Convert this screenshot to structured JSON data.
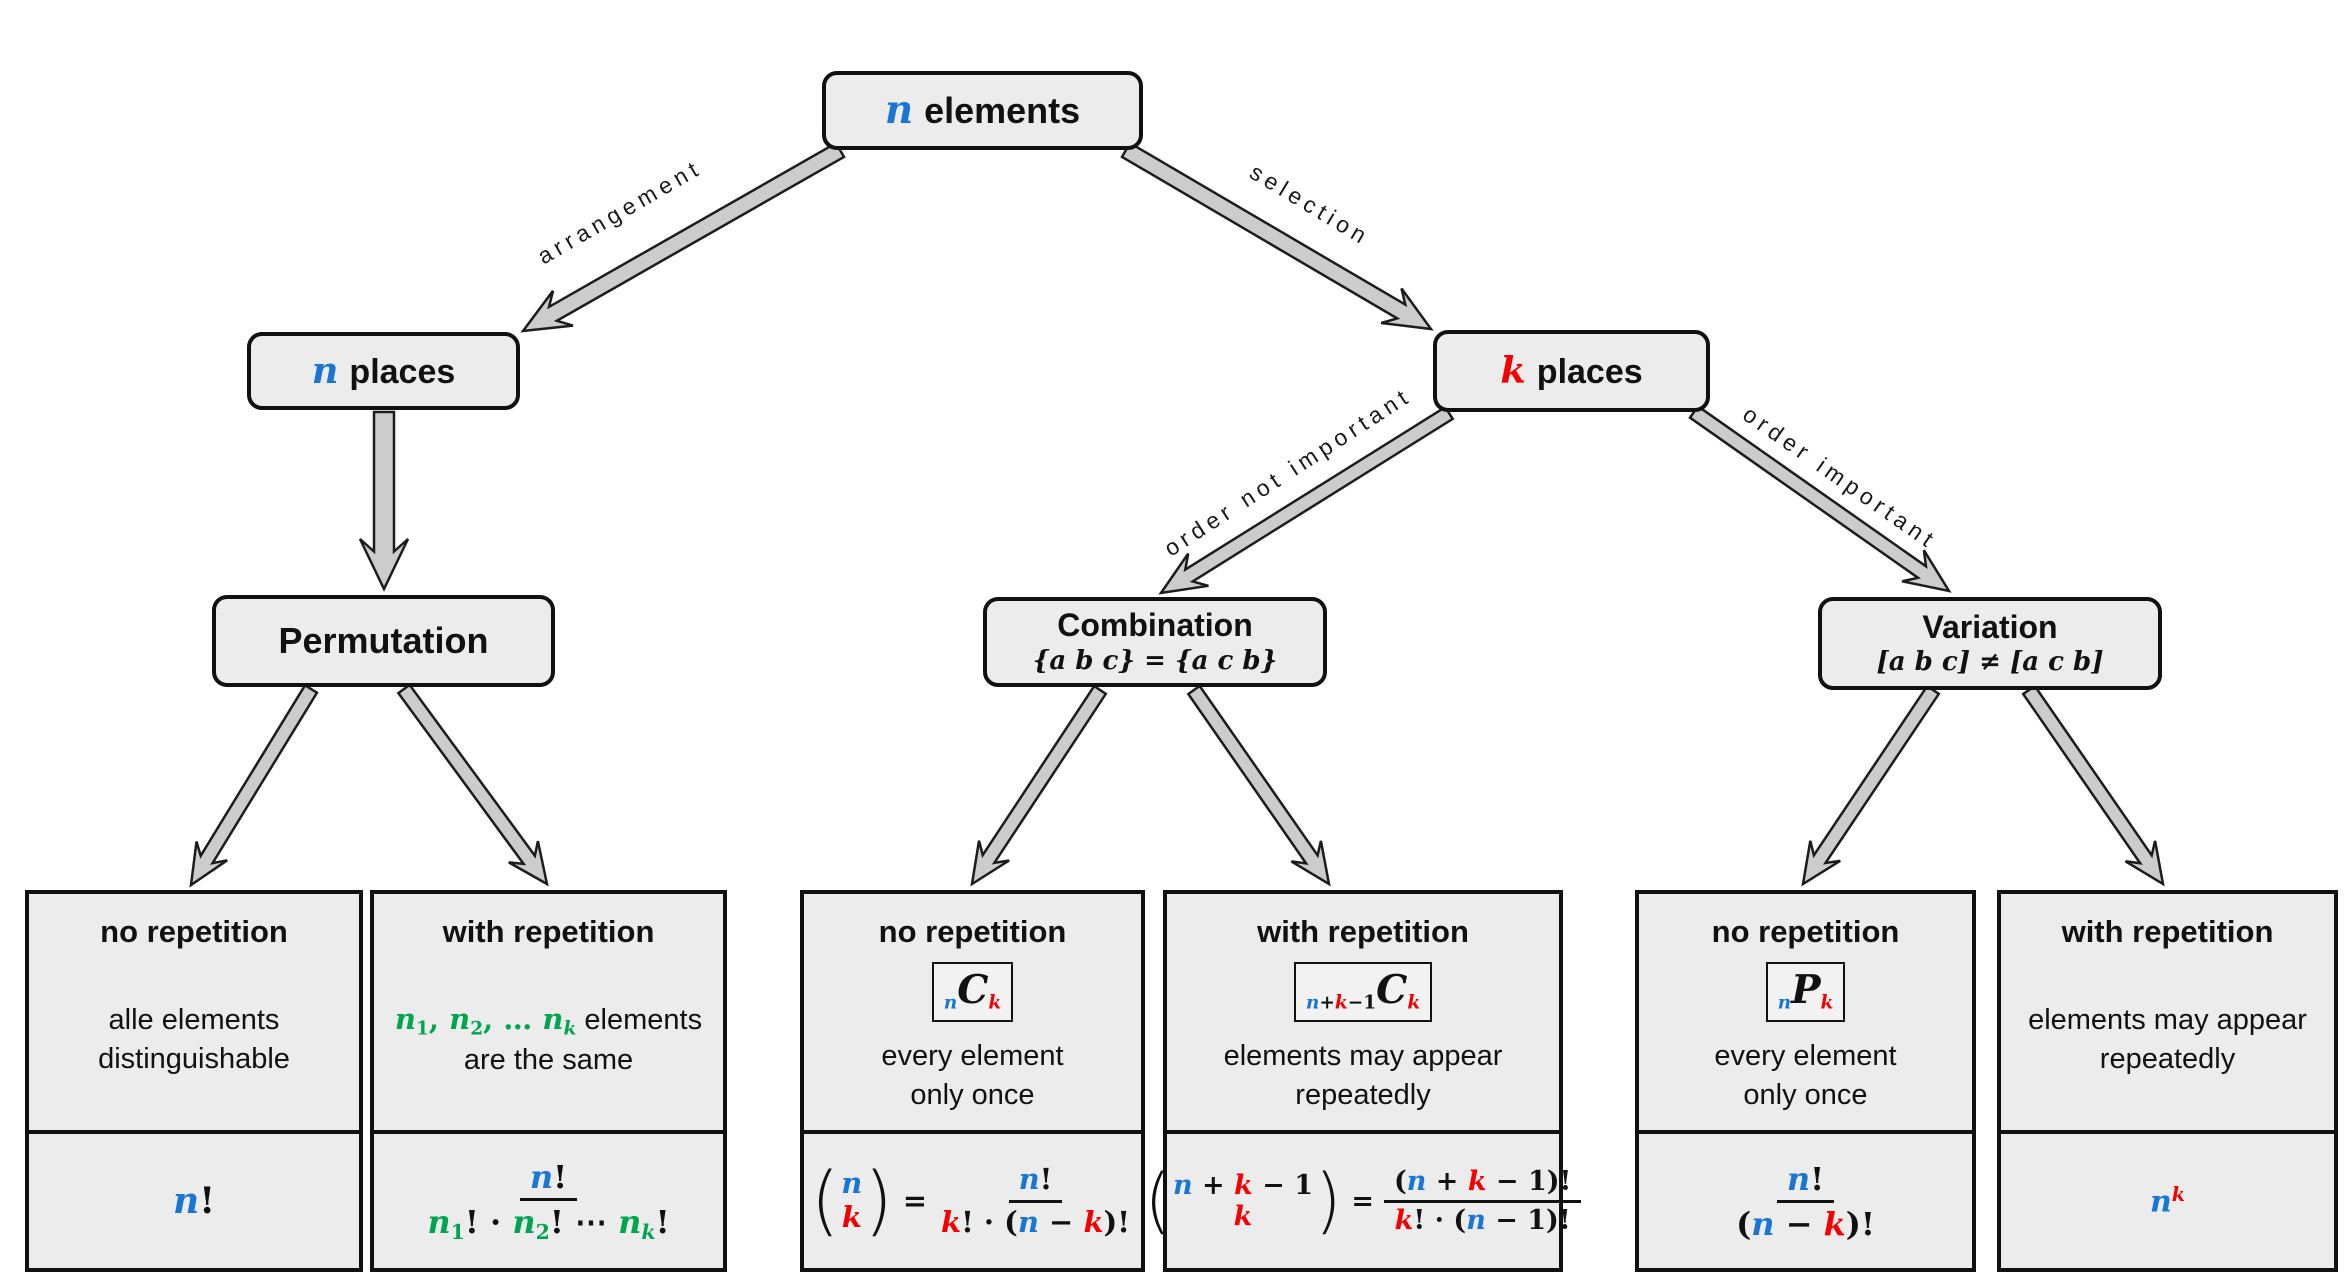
{
  "palette": {
    "blue": "#1976d2",
    "red": "#f40000",
    "green": "#00a550",
    "box_fill": "#ececec",
    "arrow_fill": "#cccccc",
    "border": "#111111"
  },
  "nodes": {
    "root": {
      "var": "n",
      "text": "elements"
    },
    "n_places": {
      "var": "n",
      "text": "places"
    },
    "k_places": {
      "var": "k",
      "text": "places"
    },
    "permutation": {
      "title": "Permutation"
    },
    "combination": {
      "title": "Combination",
      "subtitle": "{a b c} = {a c b}"
    },
    "variation": {
      "title": "Variation",
      "subtitle": "[a b c] ≠ [a c b]"
    }
  },
  "edges": {
    "arrangement": "arrangement",
    "selection": "selection",
    "order_not": "order not important",
    "order_yes": "order important"
  },
  "leaves": {
    "perm_norep": {
      "heading": "no repetition",
      "desc1": [
        {
          "t": "alle elements",
          "f": "txt"
        }
      ],
      "desc2": [
        {
          "t": "distinguishable",
          "f": "txt"
        }
      ],
      "formula": [
        {
          "t": "n",
          "f": "var",
          "c": "blue"
        },
        {
          "t": "!",
          "f": "op"
        }
      ]
    },
    "perm_rep": {
      "heading": "with repetition",
      "desc1": [
        {
          "t": "n",
          "f": "var",
          "c": "green"
        },
        {
          "t": "1",
          "f": "op",
          "c": "green",
          "v": "sub"
        },
        {
          "t": ", ",
          "f": "op",
          "c": "green"
        },
        {
          "t": "n",
          "f": "var",
          "c": "green"
        },
        {
          "t": "2",
          "f": "op",
          "c": "green",
          "v": "sub"
        },
        {
          "t": ", … ",
          "f": "op",
          "c": "green"
        },
        {
          "t": "n",
          "f": "var",
          "c": "green"
        },
        {
          "t": "k",
          "f": "var",
          "c": "green",
          "v": "sub"
        },
        {
          "t": " elements",
          "f": "txt"
        }
      ],
      "desc2": [
        {
          "t": "are the same",
          "f": "txt"
        }
      ],
      "num": [
        {
          "t": "n",
          "f": "var",
          "c": "blue"
        },
        {
          "t": "!",
          "f": "op"
        }
      ],
      "den": [
        {
          "t": "n",
          "f": "var",
          "c": "green"
        },
        {
          "t": "1",
          "f": "op",
          "c": "green",
          "v": "sub"
        },
        {
          "t": "! · ",
          "f": "op"
        },
        {
          "t": "n",
          "f": "var",
          "c": "green"
        },
        {
          "t": "2",
          "f": "op",
          "c": "green",
          "v": "sub"
        },
        {
          "t": "! ⋯ ",
          "f": "op"
        },
        {
          "t": "n",
          "f": "var",
          "c": "green"
        },
        {
          "t": "k",
          "f": "var",
          "c": "green",
          "v": "sub"
        },
        {
          "t": "!",
          "f": "op"
        }
      ]
    },
    "comb_norep": {
      "heading": "no repetition",
      "symbol": [
        {
          "t": "n",
          "f": "var",
          "c": "blue",
          "v": "sub"
        },
        {
          "t": "C",
          "f": "var",
          "big": true
        },
        {
          "t": "k",
          "f": "var",
          "c": "red",
          "v": "sub"
        }
      ],
      "desc1": [
        {
          "t": "every element",
          "f": "txt"
        }
      ],
      "desc2": [
        {
          "t": "only once",
          "f": "txt"
        }
      ],
      "binom_top": [
        {
          "t": "n",
          "f": "var",
          "c": "blue"
        }
      ],
      "binom_bottom": [
        {
          "t": "k",
          "f": "var",
          "c": "red"
        }
      ],
      "eq": "=",
      "num": [
        {
          "t": "n",
          "f": "var",
          "c": "blue"
        },
        {
          "t": "!",
          "f": "op"
        }
      ],
      "den": [
        {
          "t": "k",
          "f": "var",
          "c": "red"
        },
        {
          "t": "! · (",
          "f": "op"
        },
        {
          "t": "n",
          "f": "var",
          "c": "blue"
        },
        {
          "t": " − ",
          "f": "op"
        },
        {
          "t": "k",
          "f": "var",
          "c": "red"
        },
        {
          "t": ")!",
          "f": "op"
        }
      ]
    },
    "comb_rep": {
      "heading": "with repetition",
      "symbol": [
        {
          "t": "n",
          "f": "var",
          "c": "blue",
          "v": "sub"
        },
        {
          "t": "+",
          "f": "op",
          "v": "sub"
        },
        {
          "t": "k",
          "f": "var",
          "c": "red",
          "v": "sub"
        },
        {
          "t": "−1",
          "f": "op",
          "v": "sub"
        },
        {
          "t": "C",
          "f": "var",
          "big": true
        },
        {
          "t": "k",
          "f": "var",
          "c": "red",
          "v": "sub"
        }
      ],
      "desc1": [
        {
          "t": "elements may appear",
          "f": "txt"
        }
      ],
      "desc2": [
        {
          "t": "repeatedly",
          "f": "txt"
        }
      ],
      "binom_top": [
        {
          "t": "n",
          "f": "var",
          "c": "blue"
        },
        {
          "t": " + ",
          "f": "op"
        },
        {
          "t": "k",
          "f": "var",
          "c": "red"
        },
        {
          "t": " − 1",
          "f": "op"
        }
      ],
      "binom_bottom": [
        {
          "t": "k",
          "f": "var",
          "c": "red"
        }
      ],
      "eq": "=",
      "num": [
        {
          "t": "(",
          "f": "op"
        },
        {
          "t": "n",
          "f": "var",
          "c": "blue"
        },
        {
          "t": " + ",
          "f": "op"
        },
        {
          "t": "k",
          "f": "var",
          "c": "red"
        },
        {
          "t": " − 1",
          "f": "op"
        },
        {
          "t": ")!",
          "f": "op"
        }
      ],
      "den": [
        {
          "t": "k",
          "f": "var",
          "c": "red"
        },
        {
          "t": "! · (",
          "f": "op"
        },
        {
          "t": "n",
          "f": "var",
          "c": "blue"
        },
        {
          "t": " − 1)!",
          "f": "op"
        }
      ]
    },
    "var_norep": {
      "heading": "no repetition",
      "symbol": [
        {
          "t": "n",
          "f": "var",
          "c": "blue",
          "v": "sub"
        },
        {
          "t": "P",
          "f": "var",
          "big": true
        },
        {
          "t": "k",
          "f": "var",
          "c": "red",
          "v": "sub"
        }
      ],
      "desc1": [
        {
          "t": "every element",
          "f": "txt"
        }
      ],
      "desc2": [
        {
          "t": "only once",
          "f": "txt"
        }
      ],
      "num": [
        {
          "t": "n",
          "f": "var",
          "c": "blue"
        },
        {
          "t": "!",
          "f": "op"
        }
      ],
      "den": [
        {
          "t": "(",
          "f": "op"
        },
        {
          "t": "n",
          "f": "var",
          "c": "blue"
        },
        {
          "t": " − ",
          "f": "op"
        },
        {
          "t": "k",
          "f": "var",
          "c": "red"
        },
        {
          "t": ")!",
          "f": "op"
        }
      ]
    },
    "var_rep": {
      "heading": "with repetition",
      "desc1": [
        {
          "t": "elements may appear",
          "f": "txt"
        }
      ],
      "desc2": [
        {
          "t": "repeatedly",
          "f": "txt"
        }
      ],
      "formula": [
        {
          "t": "n",
          "f": "var",
          "c": "blue"
        },
        {
          "t": "k",
          "f": "var",
          "c": "red",
          "v": "sup"
        }
      ]
    }
  }
}
